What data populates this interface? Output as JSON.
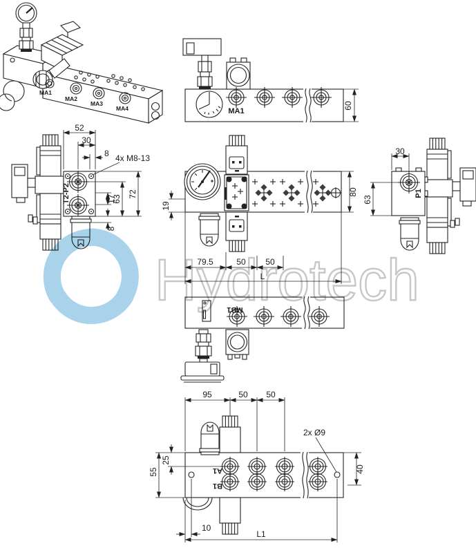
{
  "watermark": {
    "text": "Hydrotech",
    "logo_blue": "#a8d3ea",
    "text_gray": "#c7c7c7"
  },
  "colors": {
    "line": "#222222",
    "dim": "#2a2a2a"
  },
  "iso_view": {
    "labels": {
      "ma1": "MA1",
      "ma2": "MA2",
      "ma3": "MA3",
      "ma4": "MA4"
    }
  },
  "top_view": {
    "port": "MA1",
    "dim_height": "60"
  },
  "left_view": {
    "dim_52": "52",
    "dim_30": "30",
    "dim_8_top": "8",
    "thread": "4x M8-13",
    "ports": "T2-P2",
    "dim_17": "17",
    "dim_63": "63",
    "dim_72": "72",
    "dim_8_bottom": "8"
  },
  "front_view": {
    "dim_19": "19",
    "dim_80": "80",
    "dim_79_5": "79.5",
    "dim_50_a": "50",
    "dim_50_b": "50",
    "dim_length": "L"
  },
  "right_view": {
    "dim_30": "30",
    "port": "P1",
    "dim_63": "63"
  },
  "mb1_view": {
    "port": "MB1"
  },
  "bottom_view": {
    "dim_95": "95",
    "dim_50_a": "50",
    "dim_50_b": "50",
    "holes": "2x Ø9",
    "dim_40": "40",
    "dim_25": "25",
    "dim_55": "55",
    "port_a": "A1",
    "port_b": "B1",
    "dim_10": "10",
    "dim_length": "L1"
  }
}
